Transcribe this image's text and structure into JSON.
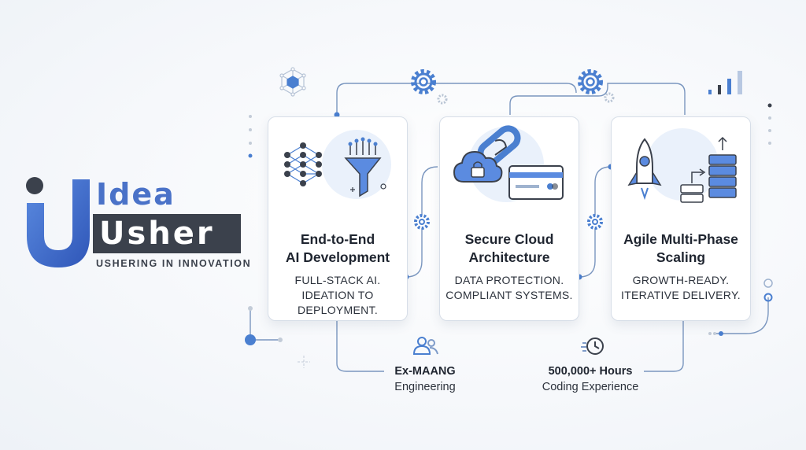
{
  "logo": {
    "word_top": "Idea",
    "word_bottom": "Usher",
    "tagline": "USHERING IN INNOVATION"
  },
  "cards": [
    {
      "title_line1": "End-to-End",
      "title_line2": "AI Development",
      "desc_line1": "FULL-STACK AI.",
      "desc_line2": "IDEATION TO",
      "desc_line3": "DEPLOYMENT."
    },
    {
      "title_line1": "Secure Cloud",
      "title_line2": "Architecture",
      "desc_line1": "DATA PROTECTION.",
      "desc_line2": "COMPLIANT SYSTEMS.",
      "desc_line3": ""
    },
    {
      "title_line1": "Agile Multi-Phase",
      "title_line2": "Scaling",
      "desc_line1": "GROWTH-READY.",
      "desc_line2": "ITERATIVE DELIVERY.",
      "desc_line3": ""
    }
  ],
  "stats": [
    {
      "title": "Ex-MAANG",
      "subtitle": "Engineering",
      "icon": "people-icon"
    },
    {
      "title": "500,000+ Hours",
      "subtitle": "Coding Experience",
      "icon": "clock-icon"
    }
  ],
  "colors": {
    "accent": "#4a7fd0",
    "line": "#6f8fb8",
    "dark": "#3b414c",
    "bubble": "#eaf1fb"
  }
}
